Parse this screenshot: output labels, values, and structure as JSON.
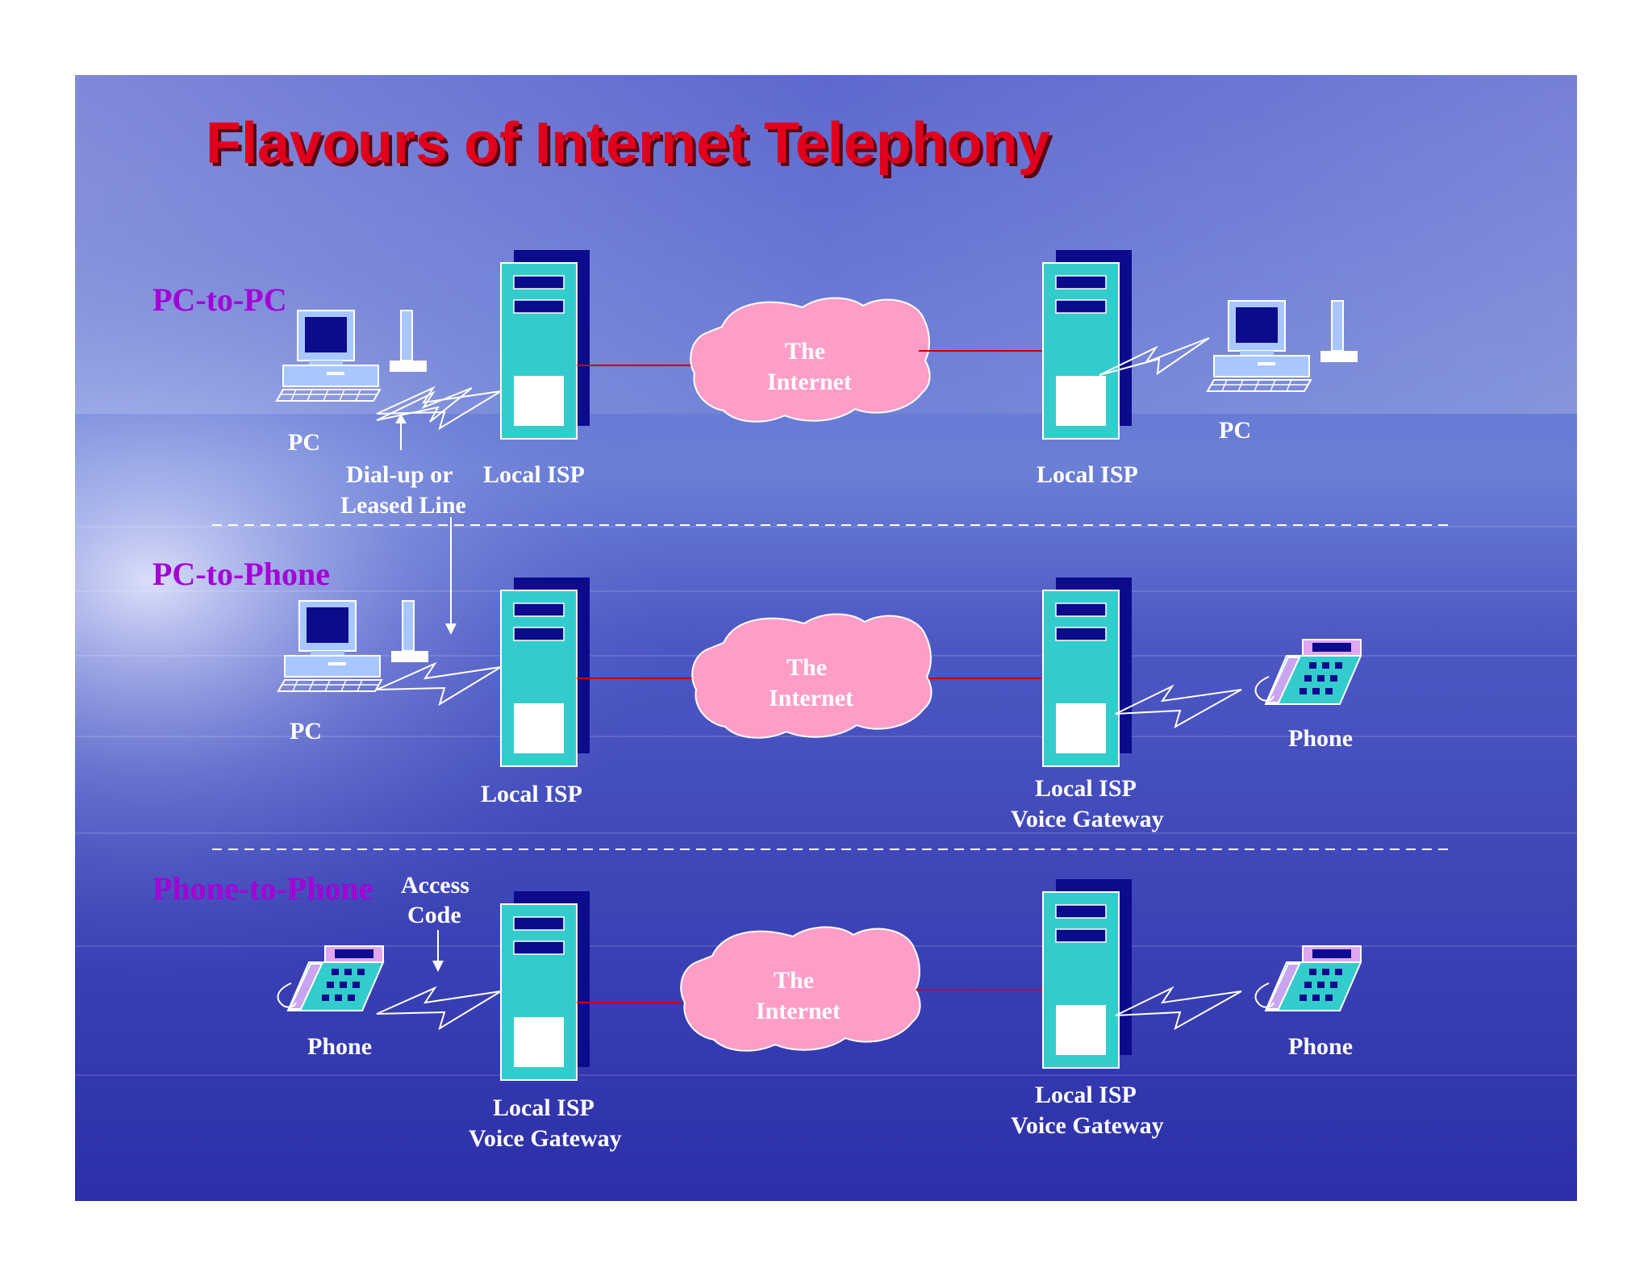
{
  "title": "Flavours of Internet Telephony",
  "colors": {
    "title": "#e0001b",
    "section_label": "#a400d6",
    "server": "#33cccc",
    "server_shadow": "#0b0b8c",
    "cloud": "#ff9dc9",
    "link": "#cc0000",
    "background": "#3a3fb8"
  },
  "sections": [
    {
      "label": "PC-to-PC",
      "cloud": {
        "line1": "The",
        "line2": "Internet"
      },
      "left_device": {
        "icon": "pc-icon",
        "label": "PC"
      },
      "left_server": {
        "line1": "Local ISP",
        "line2": ""
      },
      "right_server": {
        "line1": "Local ISP",
        "line2": ""
      },
      "right_device": {
        "icon": "pc-icon",
        "label": "PC"
      },
      "callout": {
        "line1": "Dial-up or",
        "line2": "Leased Line"
      }
    },
    {
      "label": "PC-to-Phone",
      "cloud": {
        "line1": "The",
        "line2": "Internet"
      },
      "left_device": {
        "icon": "pc-icon",
        "label": "PC"
      },
      "left_server": {
        "line1": "Local ISP",
        "line2": ""
      },
      "right_server": {
        "line1": "Local ISP",
        "line2": "Voice Gateway"
      },
      "right_device": {
        "icon": "phone-icon",
        "label": "Phone"
      }
    },
    {
      "label": "Phone-to-Phone",
      "cloud": {
        "line1": "The",
        "line2": "Internet"
      },
      "left_device": {
        "icon": "phone-icon",
        "label": "Phone"
      },
      "left_server": {
        "line1": "Local ISP",
        "line2": "Voice Gateway"
      },
      "right_server": {
        "line1": "Local ISP",
        "line2": "Voice Gateway"
      },
      "right_device": {
        "icon": "phone-icon",
        "label": "Phone"
      },
      "callout": {
        "line1": "Access",
        "line2": "Code"
      }
    }
  ]
}
